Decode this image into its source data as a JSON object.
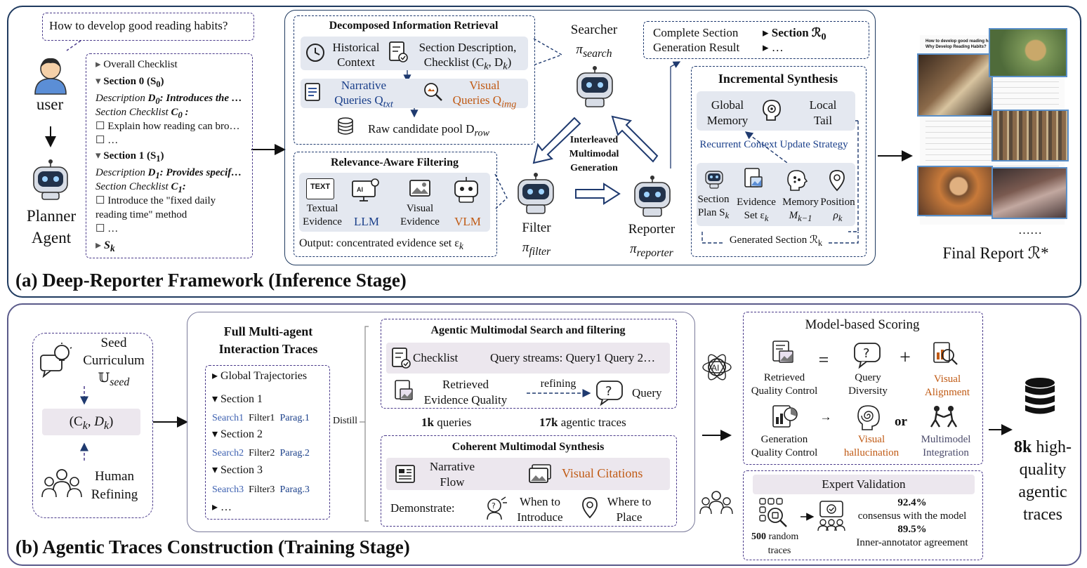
{
  "top": {
    "stage_title": "(a) Deep-Reporter Framework (Inference Stage)",
    "user_question": "How to develop good reading habits?",
    "user_label": "user",
    "planner_label_1": "Planner",
    "planner_label_2": "Agent",
    "checklist": {
      "overall": "Overall Checklist",
      "section0": "Section 0 (S",
      "section0_sub": "0",
      "section0_end": ")",
      "desc0_a": "Description ",
      "desc0_b": "D",
      "desc0_sub": "0",
      "desc0_c": ": Introduces the …",
      "check0_a": "Section Checklist ",
      "check0_b": "C",
      "check0_sub": "0",
      "check0_c": " :",
      "item0": "☐ Explain how reading can bro…",
      "item0b": "☐ …",
      "section1": "Section 1 (S",
      "section1_sub": "1",
      "section1_end": ")",
      "desc1_a": "Description ",
      "desc1_b": "D",
      "desc1_sub": "1",
      "desc1_c": ": Provides specif…",
      "check1_a": "Section Checklist ",
      "check1_b": "C",
      "check1_sub": "1",
      "check1_c": ":",
      "item1_l1": "☐ Introduce the \"fixed daily",
      "item1_l2": "reading time\" method",
      "item1b": "☐ …",
      "sk": "S",
      "sk_sub": "k"
    },
    "retrieval": {
      "title": "Decomposed Information Retrieval",
      "historical_1": "Historical",
      "historical_2": "Context",
      "section_desc_1": "Section Description,",
      "section_desc_2": "Checklist (C",
      "section_desc_2b": "k",
      "section_desc_2c": ", D",
      "section_desc_2d": "k",
      "section_desc_2e": ")",
      "narrative_1": "Narrative",
      "narrative_2": "Queries Q",
      "narrative_sub": "txt",
      "visual_1": "Visual",
      "visual_2": "Queries Q",
      "visual_sub": "img",
      "pool": "Raw candidate pool D",
      "pool_sub": "row"
    },
    "filtering": {
      "title": "Relevance-Aware Filtering",
      "text_badge": "TEXT",
      "textual_1": "Textual",
      "textual_2": "Evidence",
      "llm": "LLM",
      "visual_1": "Visual",
      "visual_2": "Evidence",
      "vlm": "VLM",
      "output": "Output: concentrated evidence set ε",
      "output_sub": "k"
    },
    "searcher_label": "Searcher",
    "searcher_pi": "π",
    "searcher_sub": "search",
    "interleaved_1": "Interleaved",
    "interleaved_2": "Multimodal",
    "interleaved_3": "Generation",
    "filter_label": "Filter",
    "filter_pi": "π",
    "filter_sub": "filter",
    "reporter_label": "Reporter",
    "reporter_pi": "π",
    "reporter_sub": "reporter",
    "complete_1": "Complete Section",
    "complete_2": "Generation Result",
    "result_1": "▸ Section ℛ",
    "result_1_sub": "0",
    "result_2": "▸ …",
    "synthesis": {
      "title": "Incremental Synthesis",
      "global_1": "Global",
      "global_2": "Memory",
      "local_1": "Local",
      "local_2": "Tail",
      "strategy": "Recurrent Context Update Strategy",
      "plan_1": "Section",
      "plan_2": "Plan S",
      "plan_sub": "k",
      "evidence_1": "Evidence",
      "evidence_2": "Set ε",
      "evidence_sub": "k",
      "memory_1": "Memory",
      "memory_2": "M",
      "memory_sub": "k−1",
      "position_1": "Position",
      "position_2": "ρ",
      "position_sub": "k",
      "generated": "Generated Section ℛ",
      "generated_sub": "k"
    },
    "final_report": "Final Report ℛ*",
    "ellipsis": "……",
    "report_heading": "How to develop good reading habits",
    "report_sub": "Why Develop Reading Habits?"
  },
  "bottom": {
    "stage_title": "(b) Agentic Traces Construction (Training Stage)",
    "seed_1": "Seed",
    "seed_2": "Curriculum",
    "seed_3": "𝕌",
    "seed_sub": "seed",
    "ck": "(C",
    "ck_sub1": "k",
    "ck_mid": ", D",
    "ck_sub2": "k",
    "ck_end": ")",
    "human_1": "Human",
    "human_2": "Refining",
    "traces_title_1": "Full Multi-agent",
    "traces_title_2": "Interaction Traces",
    "global_traj": "▸ Global Trajectories",
    "sec1": "▾ Section 1",
    "row1": [
      "Search1",
      "Filter1",
      "Parag.1"
    ],
    "sec2": "▾ Section 2",
    "row2": [
      "Search2",
      "Filter2",
      "Parag.2"
    ],
    "sec3": "▾ Section 3",
    "row3": [
      "Search3",
      "Filter3",
      "Parag.3"
    ],
    "more": "▸ …",
    "distill": "Distill",
    "search_title": "Agentic Multimodal Search and filtering",
    "checklist": "Checklist",
    "query_streams": "Query streams: Query1 Query 2…",
    "retrieved_1": "Retrieved",
    "retrieved_2": "Evidence Quality",
    "refining": "refining",
    "query": "Query",
    "k_queries_a": "1k",
    "k_queries_b": " queries",
    "k_traces_a": "17k",
    "k_traces_b": " agentic traces",
    "synth_title": "Coherent  Multimodal Synthesis",
    "narrative_1": "Narrative",
    "narrative_2": "Flow",
    "visual_citations": "Visual Citations",
    "demonstrate": "Demonstrate:",
    "when_1": "When to",
    "when_2": "Introduce",
    "where_1": "Where to",
    "where_2": "Place",
    "scoring_title": "Model-based Scoring",
    "rqc_1": "Retrieved",
    "rqc_2": "Quality Control",
    "equals": "=",
    "qd_1": "Query",
    "qd_2": "Diversity",
    "plus": "+",
    "va_1": "Visual",
    "va_2": "Alignment",
    "gqc_1": "Generation",
    "gqc_2": "Quality Control",
    "arrow_small": "→",
    "vh_1": "Visual",
    "vh_2": "hallucination",
    "or": "or",
    "mi_1": "Multimodel",
    "mi_2": "Integration",
    "expert_title": "Expert Validation",
    "random_a": "500",
    "random_b": " random",
    "random_c": "traces",
    "pct1": "92.4%",
    "pct1_label": "consensus with the model",
    "pct2": "89.5%",
    "pct2_label": "Inner-annotator agreement",
    "result_a": "8k",
    "result_b": " high-",
    "result_c": "quality",
    "result_d": "agentic",
    "result_e": "traces"
  },
  "colors": {
    "navy": "#1f3a5f",
    "purple_dash": "#4a3a8a",
    "orange": "#c05a14",
    "blue_text": "#1a3f8a",
    "shade": "#e4e8f0"
  }
}
